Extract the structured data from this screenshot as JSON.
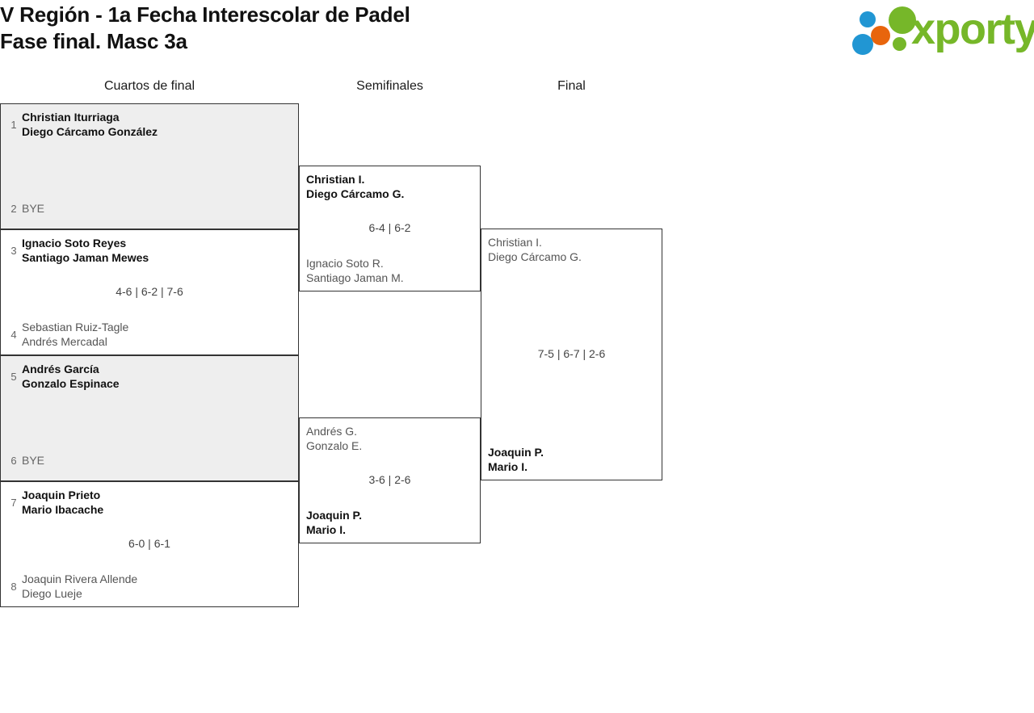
{
  "header": {
    "title": "V Región - 1a Fecha Interescolar de Padel\nFase final. Masc 3a",
    "logo_text": "xporty",
    "logo_colors": {
      "blue": "#2196d3",
      "orange": "#e8650d",
      "green": "#76b729"
    }
  },
  "rounds": [
    {
      "label": "Cuartos de final"
    },
    {
      "label": "Semifinales"
    },
    {
      "label": "Final"
    }
  ],
  "chart_data": {
    "type": "bracket",
    "title": "V Región - 1a Fecha Interescolar de Padel — Fase final. Masc 3a",
    "round_labels": [
      "Cuartos de final",
      "Semifinales",
      "Final"
    ],
    "matches": [
      {
        "round": 0,
        "index": 0,
        "shaded": true,
        "score": "",
        "top": {
          "seed": "1",
          "players": "Christian Iturriaga\nDiego Cárcamo González",
          "winner": true,
          "bye": false
        },
        "bottom": {
          "seed": "2",
          "players": "BYE",
          "winner": false,
          "bye": true
        }
      },
      {
        "round": 0,
        "index": 1,
        "shaded": false,
        "score": "4-6 | 6-2 | 7-6",
        "top": {
          "seed": "3",
          "players": "Ignacio Soto Reyes\nSantiago Jaman Mewes",
          "winner": true,
          "bye": false
        },
        "bottom": {
          "seed": "4",
          "players": "Sebastian Ruiz-Tagle\nAndrés Mercadal",
          "winner": false,
          "bye": false
        }
      },
      {
        "round": 0,
        "index": 2,
        "shaded": true,
        "score": "",
        "top": {
          "seed": "5",
          "players": "Andrés García\nGonzalo Espinace",
          "winner": true,
          "bye": false
        },
        "bottom": {
          "seed": "6",
          "players": "BYE",
          "winner": false,
          "bye": true
        }
      },
      {
        "round": 0,
        "index": 3,
        "shaded": false,
        "score": "6-0 | 6-1",
        "top": {
          "seed": "7",
          "players": "Joaquin Prieto\nMario Ibacache",
          "winner": true,
          "bye": false
        },
        "bottom": {
          "seed": "8",
          "players": "Joaquin Rivera Allende\nDiego Lueje",
          "winner": false,
          "bye": false
        }
      },
      {
        "round": 1,
        "index": 0,
        "shaded": false,
        "score": "6-4 | 6-2",
        "top": {
          "seed": "",
          "players": "Christian I.\nDiego Cárcamo G.",
          "winner": true,
          "bye": false
        },
        "bottom": {
          "seed": "",
          "players": "Ignacio Soto R.\nSantiago Jaman M.",
          "winner": false,
          "bye": false
        }
      },
      {
        "round": 1,
        "index": 1,
        "shaded": false,
        "score": "3-6 | 2-6",
        "top": {
          "seed": "",
          "players": "Andrés G.\nGonzalo E.",
          "winner": false,
          "bye": false
        },
        "bottom": {
          "seed": "",
          "players": "Joaquin P.\nMario I.",
          "winner": true,
          "bye": false
        }
      },
      {
        "round": 2,
        "index": 0,
        "shaded": false,
        "score": "7-5 | 6-7 | 2-6",
        "top": {
          "seed": "",
          "players": "Christian I.\nDiego Cárcamo G.",
          "winner": false,
          "bye": false
        },
        "bottom": {
          "seed": "",
          "players": "Joaquin P.\nMario I.",
          "winner": true,
          "bye": false
        }
      }
    ]
  }
}
